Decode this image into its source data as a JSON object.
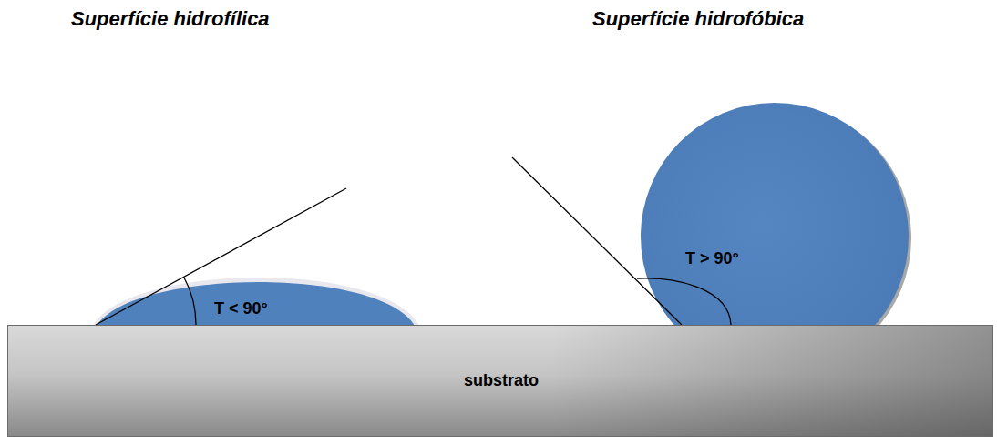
{
  "diagram": {
    "nodes": [
      {
        "text": [
          "T < 90°"
        ]
      },
      {
        "text": [
          "T > 90°"
        ]
      },
      {
        "text": [
          "substrato"
        ]
      }
    ],
    "labels": [
      "Superfície hidrofílica",
      "Superfície hidrofóbica"
    ]
  }
}
